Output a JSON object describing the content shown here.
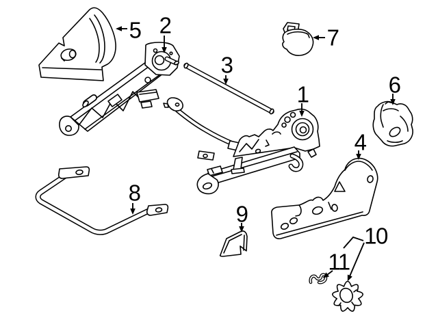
{
  "diagram": {
    "type": "exploded-parts-line-drawing",
    "subject": "vehicle front seat track and adjuster components",
    "background_color": "#ffffff",
    "line_color": "#000000",
    "callouts": {
      "c1": {
        "label": "1",
        "part": "seat-track-assembly-right"
      },
      "c2": {
        "label": "2",
        "part": "seat-track-assembly-left"
      },
      "c3": {
        "label": "3",
        "part": "connecting-rod"
      },
      "c4": {
        "label": "4",
        "part": "seat-side-shield-right"
      },
      "c5": {
        "label": "5",
        "part": "recliner-cover-left"
      },
      "c6": {
        "label": "6",
        "part": "hinge-bracket"
      },
      "c7": {
        "label": "7",
        "part": "hinge-cap-cover"
      },
      "c8": {
        "label": "8",
        "part": "stabilizer-bar"
      },
      "c9": {
        "label": "9",
        "part": "small-track-cover"
      },
      "c10": {
        "label": "10",
        "part": "recliner-adjuster-knob"
      },
      "c11": {
        "label": "11",
        "part": "retainer-clip"
      }
    }
  }
}
